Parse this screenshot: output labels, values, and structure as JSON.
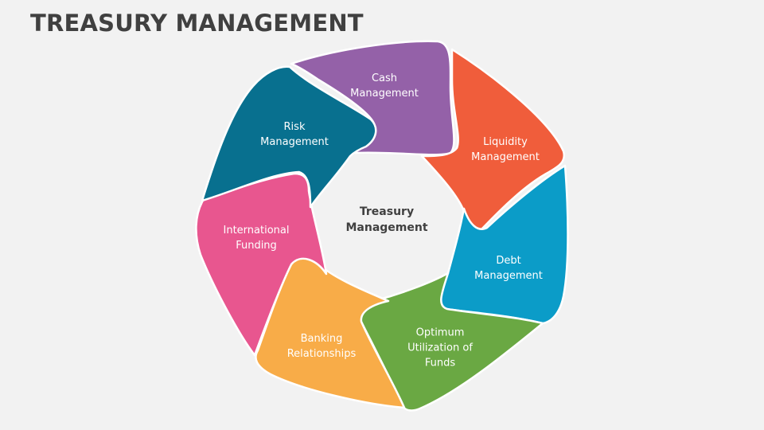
{
  "slide": {
    "title": "TREASURY MANAGEMENT",
    "background": "#f2f2f2"
  },
  "center": {
    "line1": "Treasury",
    "line2": "Management",
    "color": "#404040"
  },
  "segments": [
    {
      "id": "cash-management",
      "lines": [
        "Cash",
        "Management"
      ],
      "color": "#9461a8"
    },
    {
      "id": "liquidity-management",
      "lines": [
        "Liquidity",
        "Management"
      ],
      "color": "#f05d3b"
    },
    {
      "id": "debt-management",
      "lines": [
        "Debt",
        "Management"
      ],
      "color": "#0b9cc8"
    },
    {
      "id": "optimum-utilization-of-funds",
      "lines": [
        "Optimum",
        "Utilization of",
        "Funds"
      ],
      "color": "#6aa843"
    },
    {
      "id": "banking-relationships",
      "lines": [
        "Banking",
        "Relationships"
      ],
      "color": "#f8ac48"
    },
    {
      "id": "international-funding",
      "lines": [
        "International",
        "Funding"
      ],
      "color": "#e8568f"
    },
    {
      "id": "risk-management",
      "lines": [
        "Risk",
        "Management"
      ],
      "color": "#08708f"
    }
  ]
}
